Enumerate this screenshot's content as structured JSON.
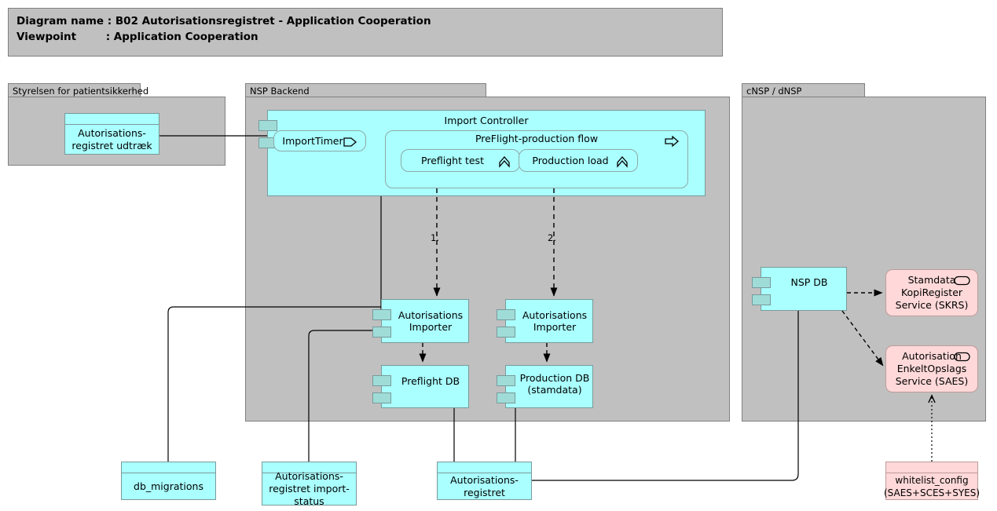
{
  "title": {
    "line1": "Diagram name : B02 Autorisationsregistret - Application Cooperation",
    "line2": "Viewpoint        : Application Cooperation"
  },
  "groups": [
    {
      "id": "spsk",
      "label": "Styrelsen for patientsikkerhed"
    },
    {
      "id": "nsp",
      "label": "NSP Backend"
    },
    {
      "id": "cnsp",
      "label": "cNSP / dNSP"
    }
  ],
  "nodes": {
    "udtraek": {
      "label": "Autorisations-\nregistret udtræk",
      "type": "data-object",
      "color": "#aaffff"
    },
    "import_ctrl": {
      "label": "Import Controller",
      "type": "component",
      "color": "#aaffff"
    },
    "import_timer": {
      "label": "ImportTimer",
      "type": "application-event",
      "icon": "application-event-icon"
    },
    "preflight_flow": {
      "label": "PreFlight-production flow",
      "type": "application-process",
      "icon": "application-process-icon"
    },
    "preflight_test": {
      "label": "Preflight test",
      "type": "application-function",
      "icon": "application-function-icon"
    },
    "production_load": {
      "label": "Production load",
      "type": "application-function",
      "icon": "application-function-icon"
    },
    "importer_left": {
      "label": "Autorisations\nImporter",
      "type": "component"
    },
    "importer_right": {
      "label": "Autorisations\nImporter",
      "type": "component"
    },
    "preflight_db": {
      "label": "Preflight DB",
      "type": "component"
    },
    "production_db": {
      "label": "Production DB\n(stamdata)",
      "type": "component"
    },
    "nsp_db": {
      "label": "NSP DB",
      "type": "component"
    },
    "skrs": {
      "label": "Stamdata\nKopiRegister\nService (SKRS)",
      "type": "application-service",
      "icon": "application-service-icon",
      "color": "#ffd9d9"
    },
    "saes": {
      "label": "Autorisation\nEnkeltOpslags\nService (SAES)",
      "type": "application-service",
      "icon": "application-service-icon",
      "color": "#ffd9d9"
    },
    "db_migrations": {
      "label": "db_migrations",
      "type": "data-object"
    },
    "import_status": {
      "label": "Autorisations-\nregistret import-\nstatus",
      "type": "data-object"
    },
    "autreg": {
      "label": "Autorisations-\nregistret",
      "type": "data-object"
    },
    "whitelist": {
      "label": "whitelist_config\n(SAES+SCES+SYES)",
      "type": "data-object",
      "color": "#ffd9d9"
    }
  },
  "flow_labels": [
    {
      "id": "step1",
      "text": "1."
    },
    {
      "id": "step2",
      "text": "2."
    }
  ],
  "colors": {
    "group_fill": "#c0c0c0",
    "group_stroke": "#808080",
    "app_fill": "#aaffff",
    "app_stroke": "#7a9a9a",
    "service_fill": "#ffd9d9",
    "service_stroke": "#c09a9a",
    "line": "#000000"
  }
}
